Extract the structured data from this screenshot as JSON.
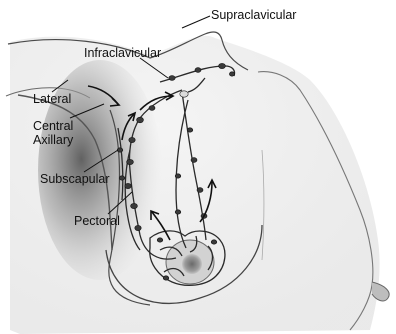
{
  "labels": {
    "supraclavicular": "Supraclavicular",
    "infraclavicular": "Infraclavicular",
    "lateral": "Lateral",
    "central": "Central",
    "axillary": "Axillary",
    "subscapular": "Subscapular",
    "pectoral": "Pectoral"
  },
  "colors": {
    "line": "#1a1a1a",
    "node": "#3a3a3a",
    "shading": "#8c8c8c"
  }
}
